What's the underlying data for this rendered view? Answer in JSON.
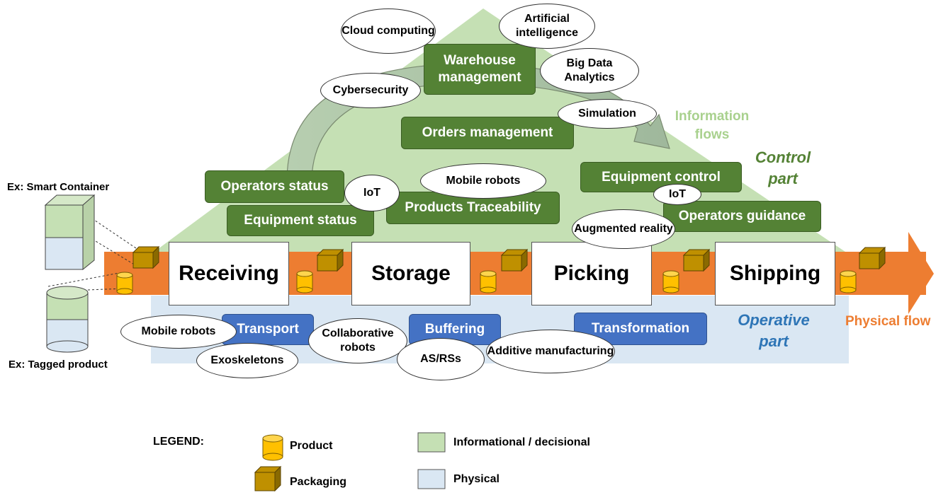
{
  "stages": [
    "Receiving",
    "Storage",
    "Picking",
    "Shipping"
  ],
  "control_functions": {
    "warehouse": "Warehouse management",
    "orders": "Orders management",
    "operators_status": "Operators status",
    "equipment_status": "Equipment status",
    "traceability": "Products Traceability",
    "equipment_control": "Equipment control",
    "operators_guidance": "Operators guidance"
  },
  "operative_functions": {
    "transport": "Transport",
    "buffering": "Buffering",
    "transformation": "Transformation"
  },
  "technologies": {
    "cloud": "Cloud computing",
    "ai": "Artificial intelligence",
    "big_data": "Big Data Analytics",
    "cybersecurity": "Cybersecurity",
    "simulation": "Simulation",
    "mobile_robots_top": "Mobile robots",
    "iot_left": "IoT",
    "iot_right": "IoT",
    "augmented_reality": "Augmented reality",
    "mobile_robots_bottom": "Mobile robots",
    "exoskeletons": "Exoskeletons",
    "collaborative_robots": "Collaborative robots",
    "asrs": "AS/RSs",
    "additive": "Additive manufacturing"
  },
  "labels": {
    "information_flows": "Information flows",
    "control_part": "Control part",
    "operative_part": "Operative part",
    "physical_flow": "Physical flow",
    "smart_container": "Ex: Smart Container",
    "tagged_product": "Ex: Tagged product"
  },
  "legend": {
    "title": "LEGEND:",
    "product": "Product",
    "packaging": "Packaging",
    "informational": "Informational / decisional",
    "physical": "Physical"
  },
  "colors": {
    "control_area": "#c5e0b4",
    "operative_area": "#dae7f3",
    "physical_flow": "#ed7d31",
    "control_function": "#548235",
    "operative_function": "#4472c4",
    "information_flows_text": "#a9d18e",
    "control_part_text": "#548235",
    "operative_part_text": "#2e75b6",
    "product": "#ffc000",
    "packaging": "#bf9000"
  }
}
